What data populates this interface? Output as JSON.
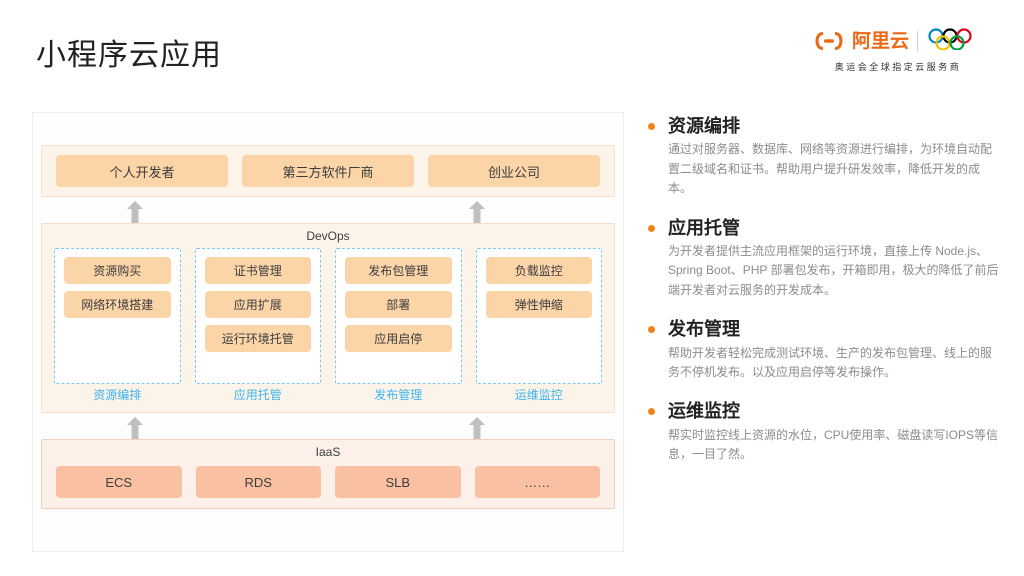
{
  "header": {
    "title": "小程序云应用",
    "brand": {
      "logo_text": "阿里云",
      "logo_mark": "alibaba-cloud-mark",
      "rings_icon": "olympic-rings-icon",
      "tagline": "奥运会全球指定云服务商",
      "brand_color": "#ec6a17"
    }
  },
  "diagram": {
    "consumers": [
      {
        "label": "个人开发者"
      },
      {
        "label": "第三方软件厂商"
      },
      {
        "label": "创业公司"
      }
    ],
    "devops": {
      "label": "DevOps",
      "columns": [
        {
          "label": "资源编排",
          "items": [
            "资源购买",
            "网络环境搭建"
          ]
        },
        {
          "label": "应用托管",
          "items": [
            "证书管理",
            "应用扩展",
            "运行环境托管"
          ]
        },
        {
          "label": "发布管理",
          "items": [
            "发布包管理",
            "部署",
            "应用启停"
          ]
        },
        {
          "label": "运维监控",
          "items": [
            "负载监控",
            "弹性伸缩"
          ]
        }
      ]
    },
    "iaas": {
      "label": "IaaS",
      "items": [
        "ECS",
        "RDS",
        "SLB",
        "……"
      ]
    },
    "colors": {
      "band_bg": "#fdf4e9",
      "band_border": "#f6dfc4",
      "chip": "#fbd4a8",
      "iaas_bg": "#fdf0e8",
      "iaas_chip": "#f9c0a2",
      "dashed_border": "#7ec8ef",
      "column_label": "#3cb3f0",
      "arrow": "#bfbfbf"
    }
  },
  "features": [
    {
      "title": "资源编排",
      "desc": "通过对服务器、数据库、网络等资源进行编排，为环境自动配置二级域名和证书。帮助用户提升研发效率，降低开发的成本。"
    },
    {
      "title": "应用托管",
      "desc": "为开发者提供主流应用框架的运行环境，直接上传 Node.js、Spring Boot、PHP 部署包发布，开箱即用，极大的降低了前后端开发者对云服务的开发成本。"
    },
    {
      "title": "发布管理",
      "desc": "帮助开发者轻松完成测试环境、生产的发布包管理、线上的服务不停机发布。以及应用启停等发布操作。"
    },
    {
      "title": "运维监控",
      "desc": "帮实时监控线上资源的水位，CPU使用率、磁盘读写IOPS等信息，一目了然。"
    }
  ]
}
